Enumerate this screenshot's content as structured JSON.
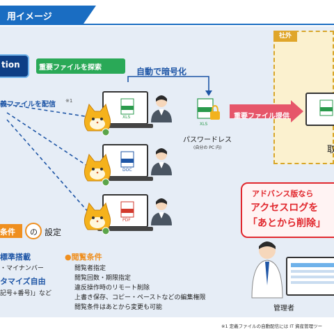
{
  "header": {
    "title": "用イメージ"
  },
  "outside": {
    "tag": "社外"
  },
  "badge": {
    "text": "tion"
  },
  "labels": {
    "search": "重要ファイルを探索",
    "distribute": "義ファイルを配信",
    "footnote_mark": "※1",
    "encrypt": "自動で暗号化",
    "password_less": "パスワードレス",
    "own_pc": "(自分の PC 内)",
    "provide": "重要ファイル提供",
    "partial_right": "取",
    "manager": "管理者"
  },
  "file_types": [
    "XLS",
    "DOC",
    "PDF",
    "XLS"
  ],
  "promo": {
    "line1": "アドバンス版なら",
    "line2": "アクセスログを",
    "line3": "「あとから削除」"
  },
  "condition": {
    "box": "条件",
    "wo": "の",
    "setting": "設定"
  },
  "left_list": {
    "std": "標準搭載",
    "mynumber": "・マイナンバー",
    "custom": "タマイズ自由",
    "symbol": "記号+番号)」など"
  },
  "view_conditions": {
    "title": "●閲覧条件",
    "items": [
      "閲覧者指定",
      "閲覧回数・期限指定",
      "違反操作時のリモート削除",
      "上書き保存、コピー・ペーストなどの編集権限",
      "閲覧条件はあとから変更も可能"
    ]
  },
  "footnote": "※1 定義ファイルの自動配信には IT 資産管理ツー",
  "colors": {
    "blue": "#1a6dc2",
    "green": "#2aa957",
    "orange": "#ef8f1f",
    "red": "#e1272d",
    "panel": "#e6edf6"
  }
}
